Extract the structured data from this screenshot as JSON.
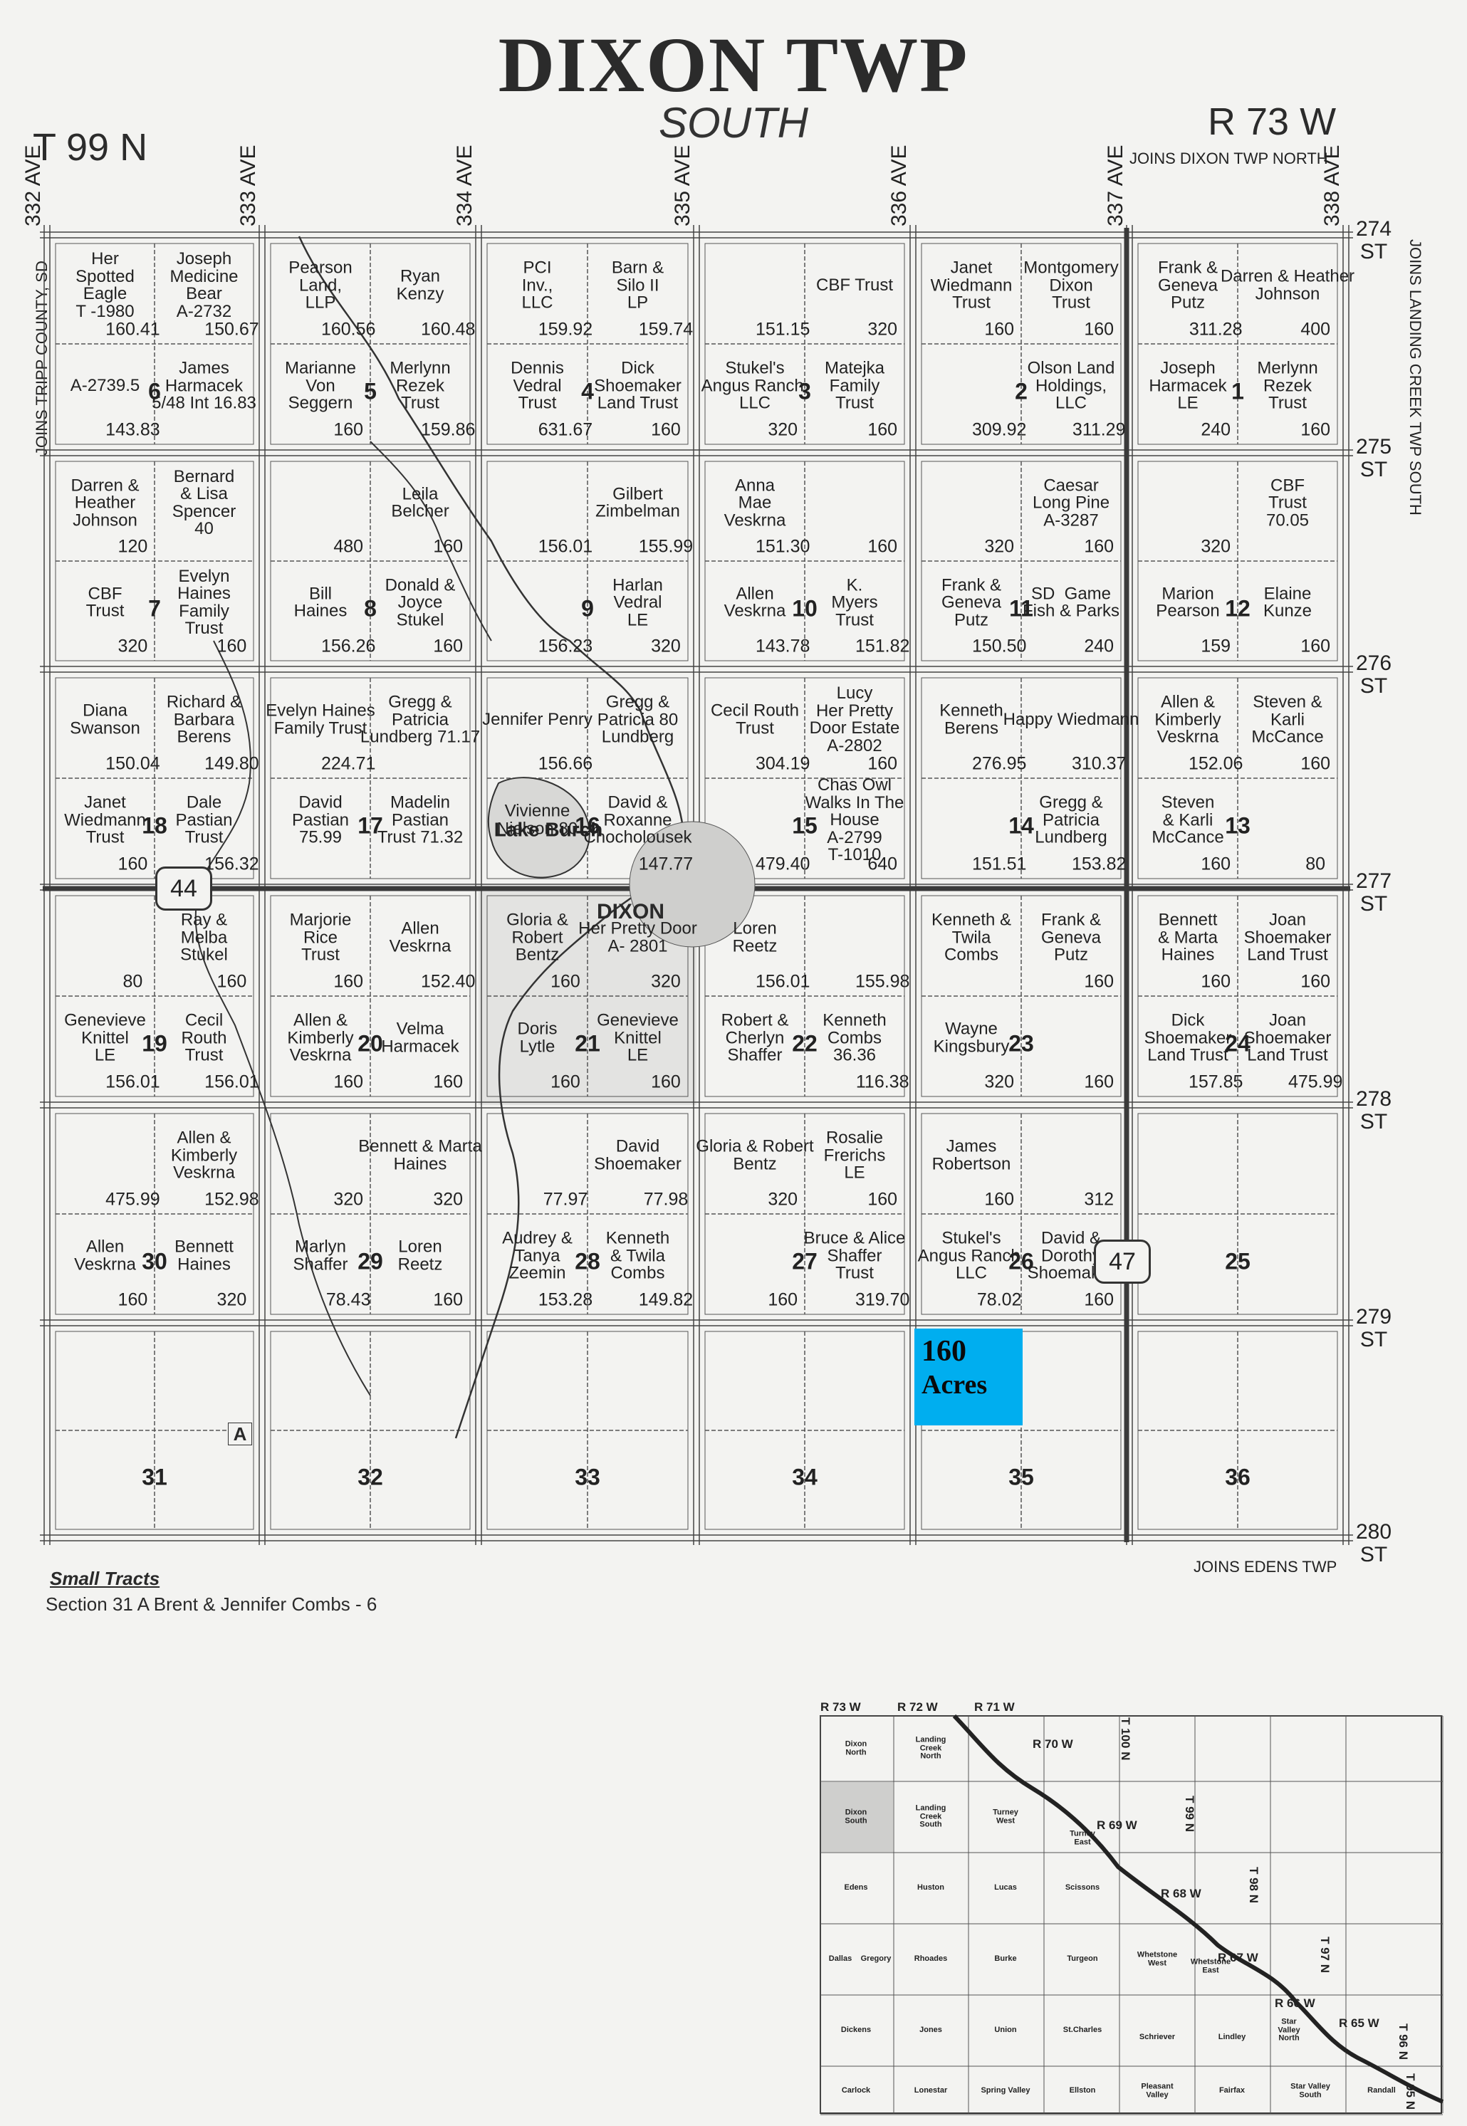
{
  "header": {
    "title": "DIXON TWP",
    "subtitle": "SOUTH",
    "township": "T 99 N",
    "range": "R 73 W",
    "joins_north": "JOINS DIXON TWP NORTH",
    "joins_south": "JOINS EDENS TWP",
    "joins_west": "JOINS TRIPP COUNTY, SD",
    "joins_east": "JOINS LANDING CREEK TWP SOUTH"
  },
  "avenues": [
    "332 AVE",
    "333 AVE",
    "334 AVE",
    "335 AVE",
    "336 AVE",
    "337 AVE",
    "338 AVE"
  ],
  "streets": [
    "274 ST",
    "275 ST",
    "276 ST",
    "277 ST",
    "278 ST",
    "279 ST",
    "280 ST"
  ],
  "highways": [
    "44",
    "47"
  ],
  "town": "DIXON",
  "lake": "Lake Burch",
  "highlight": {
    "line1": "160",
    "line2": "Acres",
    "color": "#00aeef"
  },
  "sections": [
    "1",
    "2",
    "3",
    "4",
    "5",
    "6",
    "7",
    "8",
    "9",
    "10",
    "11",
    "12",
    "13",
    "14",
    "15",
    "16",
    "17",
    "18",
    "19",
    "20",
    "21",
    "22",
    "23",
    "24",
    "25",
    "26",
    "27",
    "28",
    "29",
    "30",
    "31",
    "32",
    "33",
    "34",
    "35",
    "36"
  ],
  "parcels": [
    [
      "Her\nSpotted\nEagle\nT -1980",
      "160.41"
    ],
    [
      "Joseph\nMedicine\nBear\nA-2732",
      "150.67"
    ],
    [
      "A-2739.5",
      "143.83"
    ],
    [
      "James\nHarmacek\n5/48 Int 16.83",
      ""
    ],
    [
      "Pearson\nLand,\nLLP",
      "160.56"
    ],
    [
      "Ryan\nKenzy",
      "160.48"
    ],
    [
      "Marianne\nVon\nSeggern",
      "160"
    ],
    [
      "Merlynn\nRezek\nTrust",
      "159.86"
    ],
    [
      "PCI\nInv.,\nLLC",
      "159.92"
    ],
    [
      "Barn &\nSilo II\nLP",
      "159.74"
    ],
    [
      "Dennis\nVedral\nTrust",
      "631.67"
    ],
    [
      "Dick\nShoemaker\nLand Trust",
      "160"
    ],
    [
      "",
      "151.15"
    ],
    [
      "CBF Trust",
      "320"
    ],
    [
      "Stukel's\nAngus Ranch,\nLLC",
      "320"
    ],
    [
      "Matejka\nFamily\nTrust",
      "160"
    ],
    [
      "Janet\nWiedmann\nTrust",
      "160"
    ],
    [
      "Montgomery\nDixon\nTrust",
      "160"
    ],
    [
      "",
      "309.92"
    ],
    [
      "Olson Land\nHoldings,\nLLC",
      "311.29"
    ],
    [
      "Frank &\nGeneva\nPutz",
      "311.28"
    ],
    [
      "Darren & Heather\nJohnson",
      "400"
    ],
    [
      "Joseph\nHarmacek\nLE",
      "240"
    ],
    [
      "Merlynn\nRezek\nTrust",
      "160"
    ],
    [
      "Darren &\nHeather\nJohnson",
      "120"
    ],
    [
      "Bernard\n& Lisa\nSpencer\n40",
      ""
    ],
    [
      "CBF\nTrust",
      "320"
    ],
    [
      "Evelyn\nHaines\nFamily\nTrust",
      "160"
    ],
    [
      "",
      "480"
    ],
    [
      "Leila\nBelcher",
      "160"
    ],
    [
      "Bill\nHaines",
      "156.26"
    ],
    [
      "Donald &\nJoyce\nStukel",
      "160"
    ],
    [
      "",
      "156.01"
    ],
    [
      "Gilbert\nZimbelman",
      "155.99"
    ],
    [
      "",
      "156.23"
    ],
    [
      "Harlan\nVedral\nLE",
      "320"
    ],
    [
      "Anna\nMae\nVeskrna",
      "151.30"
    ],
    [
      "",
      "160"
    ],
    [
      "Allen\nVeskrna",
      "143.78"
    ],
    [
      "K.\nMyers\nTrust",
      "151.82"
    ],
    [
      "",
      "320"
    ],
    [
      "Caesar\nLong Pine\nA-3287",
      "160"
    ],
    [
      "Frank &\nGeneva\nPutz",
      "150.50"
    ],
    [
      "SD  Game\nFish & Parks",
      "240"
    ],
    [
      "",
      "320"
    ],
    [
      "CBF\nTrust\n70.05",
      ""
    ],
    [
      "Marion\nPearson",
      "159"
    ],
    [
      "Elaine\nKunze",
      "160"
    ],
    [
      "Diana\nSwanson",
      "150.04"
    ],
    [
      "Richard &\nBarbara\nBerens",
      "149.80"
    ],
    [
      "Janet\nWiedmann\nTrust",
      "160"
    ],
    [
      "Dale\nPastian\nTrust",
      "156.32"
    ],
    [
      "Evelyn Haines\nFamily Trust",
      "224.71"
    ],
    [
      "Gregg &\nPatricia\nLundberg 71.17",
      ""
    ],
    [
      "David\nPastian\n75.99",
      ""
    ],
    [
      "Madelin\nPastian\nTrust 71.32",
      ""
    ],
    [
      "Jennifer Penry",
      "156.66"
    ],
    [
      "Gregg &\nPatricia 80\nLundberg",
      ""
    ],
    [
      "Vivienne\nNielson 80",
      ""
    ],
    [
      "David &\nRoxanne\nChocholousek",
      "147.77"
    ],
    [
      "Cecil Routh\nTrust",
      "304.19"
    ],
    [
      "Lucy\nHer Pretty\nDoor Estate\nA-2802",
      "160"
    ],
    [
      "",
      "479.40"
    ],
    [
      "Chas Owl\nWalks In The\nHouse\nA-2799\nT-1010",
      "640"
    ],
    [
      "Kenneth\nBerens",
      "276.95"
    ],
    [
      "Happy Wiedmann",
      "310.37"
    ],
    [
      "",
      "151.51"
    ],
    [
      "Gregg &\nPatricia\nLundberg",
      "153.82"
    ],
    [
      "Allen &\nKimberly\nVeskrna",
      "152.06"
    ],
    [
      "Steven &\nKarli\nMcCance",
      "160"
    ],
    [
      "Steven\n& Karli\nMcCance",
      "160"
    ],
    [
      "",
      "80"
    ],
    [
      "",
      "80"
    ],
    [
      "Ray &\nMelba\nStukel",
      "160"
    ],
    [
      "Genevieve\nKnittel\nLE",
      "156.01"
    ],
    [
      "Cecil\nRouth\nTrust",
      "156.01"
    ],
    [
      "Marjorie\nRice\nTrust",
      "160"
    ],
    [
      "Allen\nVeskrna",
      "152.40"
    ],
    [
      "Allen &\nKimberly\nVeskrna",
      "160"
    ],
    [
      "Velma\nHarmacek",
      "160"
    ],
    [
      "Gloria &\nRobert\nBentz",
      "160"
    ],
    [
      "Her Pretty Door\nA- 2801",
      "320"
    ],
    [
      "Doris\nLytle",
      "160"
    ],
    [
      "Genevieve\nKnittel\nLE",
      "160"
    ],
    [
      "Loren\nReetz",
      "156.01"
    ],
    [
      "",
      "155.98"
    ],
    [
      "Robert &\nCherlyn\nShaffer",
      ""
    ],
    [
      "Kenneth\nCombs\n36.36",
      "116.38"
    ],
    [
      "Kenneth &\nTwila\nCombs",
      ""
    ],
    [
      "Frank &\nGeneva\nPutz",
      "160"
    ],
    [
      "Wayne\nKingsbury",
      "320"
    ],
    [
      "",
      "160"
    ],
    [
      "Bennett\n& Marta\nHaines",
      "160"
    ],
    [
      "Joan\nShoemaker\nLand Trust",
      "160"
    ],
    [
      "Dick\nShoemaker\nLand Trust",
      "157.85"
    ],
    [
      "Joan\nShoemaker\nLand Trust",
      "475.99"
    ],
    [
      "",
      "475.99"
    ],
    [
      "Allen &\nKimberly\nVeskrna",
      "152.98"
    ],
    [
      "Allen\nVeskrna",
      "160"
    ],
    [
      "Bennett\nHaines",
      "320"
    ],
    [
      "",
      "320"
    ],
    [
      "Bennett & Marta\nHaines",
      "320"
    ],
    [
      "Marlyn\nShaffer",
      "78.43"
    ],
    [
      "Loren\nReetz",
      "160"
    ],
    [
      "",
      "77.97"
    ],
    [
      "David\nShoemaker",
      "77.98"
    ],
    [
      "Audrey &\nTanya\nZeemin",
      "153.28"
    ],
    [
      "Kenneth\n& Twila\nCombs",
      "149.82"
    ],
    [
      "Gloria & Robert\nBentz",
      "320"
    ],
    [
      "Rosalie\nFrerichs\nLE",
      "160"
    ],
    [
      "",
      "160"
    ],
    [
      "Bruce & Alice\nShaffer\nTrust",
      "319.70"
    ],
    [
      "James\nRobertson",
      "160"
    ],
    [
      "",
      "312"
    ],
    [
      "Stukel's\nAngus Ranch,\nLLC",
      "78.02"
    ],
    [
      "David &\nDorothy\nShoemaker",
      "160"
    ]
  ],
  "small_tracts": {
    "title": "Small Tracts",
    "line": "Section 31  A  Brent & Jennifer Combs - 6",
    "marker": "A"
  },
  "inset": {
    "ranges": [
      "R 73 W",
      "R 72 W",
      "R 71 W",
      "R 70 W",
      "R 69 W",
      "R 68 W",
      "R 67 W",
      "R 66 W",
      "R 65 W"
    ],
    "townships": [
      "T 100 N",
      "T 99 N",
      "T 98 N",
      "T 97 N",
      "T 96 N",
      "T 95 N"
    ],
    "names": [
      "Dixon\nNorth",
      "Landing\nCreek\nNorth",
      "Dixon\nSouth",
      "Landing\nCreek\nSouth",
      "Turney\nWest",
      "Turney\nEast",
      "Edens",
      "Huston",
      "Lucas",
      "Scissons",
      "Dallas",
      "Gregory",
      "Rhoades",
      "Burke",
      "Turgeon",
      "Whetstone\nWest",
      "Whetstone\nEast",
      "Dickens",
      "Jones",
      "Union",
      "St.Charles",
      "Schriever",
      "Lindley",
      "Star\nValley\nNorth",
      "Carlock",
      "Lonestar",
      "Spring Valley",
      "Ellston",
      "Pleasant\nValley",
      "Fairfax",
      "Star Valley\nSouth",
      "Randall"
    ]
  }
}
